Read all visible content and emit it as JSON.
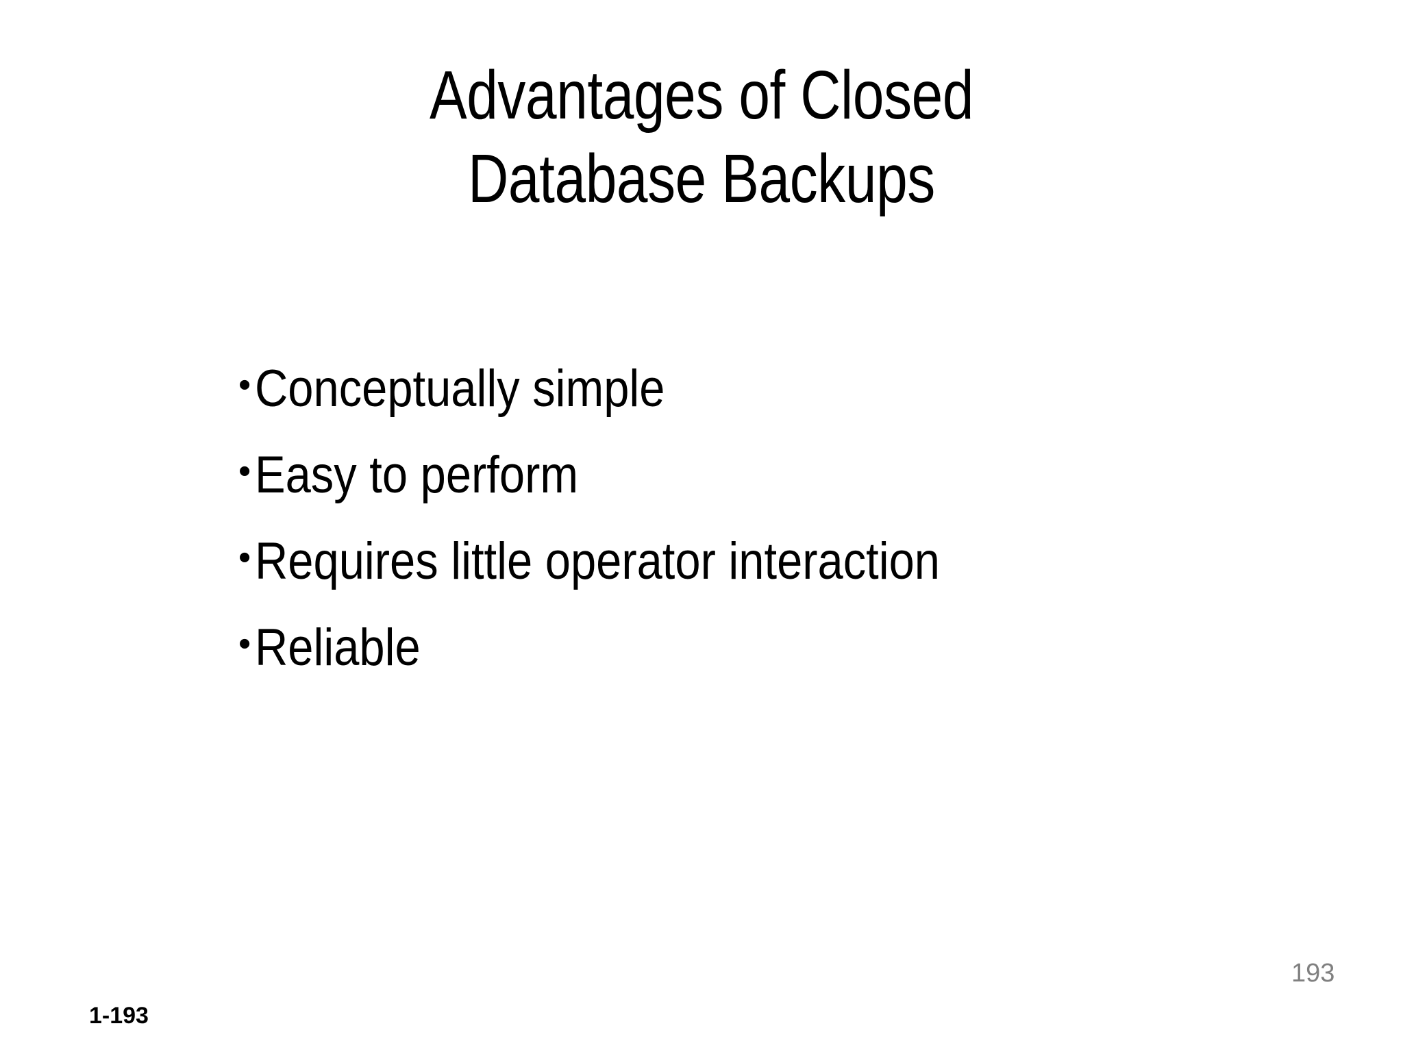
{
  "slide": {
    "background_color": "#ffffff",
    "text_color": "#000000",
    "page_number_color": "#808080"
  },
  "title": {
    "full": "Advantages of Closed Database Backups",
    "line1": "Advantages of Closed",
    "line2": "Database Backups"
  },
  "body": {
    "bullet_glyph": "•",
    "items": [
      {
        "text": "Conceptually simple"
      },
      {
        "text": "Easy to perform"
      },
      {
        "text": "Requires little operator interaction"
      },
      {
        "text": "Reliable"
      }
    ]
  },
  "footer": {
    "left_label": "1-193",
    "page_number": "193"
  }
}
